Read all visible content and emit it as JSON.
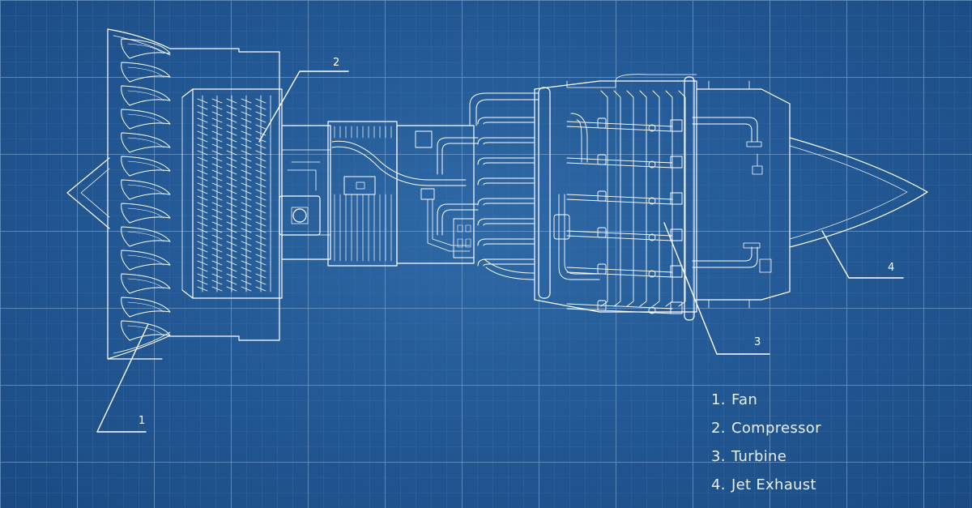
{
  "callouts": [
    {
      "number": "1"
    },
    {
      "number": "2"
    },
    {
      "number": "3"
    },
    {
      "number": "4"
    }
  ],
  "legend": [
    {
      "number": "1.",
      "label": "Fan"
    },
    {
      "number": "2.",
      "label": "Compressor"
    },
    {
      "number": "3.",
      "label": "Turbine"
    },
    {
      "number": "4.",
      "label": "Jet Exhaust"
    }
  ],
  "colors": {
    "background": "#245a96",
    "grid_major": "#6f99c7",
    "grid_minor": "#3f72aa",
    "line_art": "#ffffff"
  }
}
